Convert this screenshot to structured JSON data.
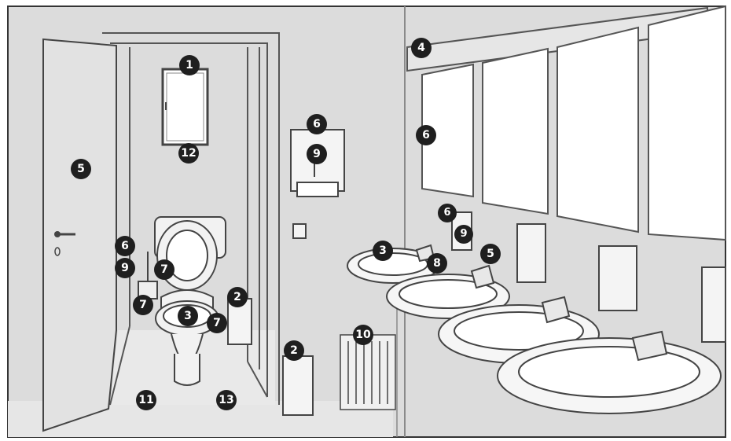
{
  "labels": {
    "marker_1": "1",
    "marker_12": "12",
    "marker_5_door": "5",
    "marker_6_stall": "6",
    "marker_9_stall": "9",
    "marker_7_brush": "7",
    "marker_7_seat": "7",
    "marker_3_toilet": "3",
    "marker_7_toilet": "7",
    "marker_2_stall_bin": "2",
    "marker_11": "11",
    "marker_13": "13",
    "marker_6_wall": "6",
    "marker_9_wall": "9",
    "marker_2_floor_bin": "2",
    "marker_10": "10",
    "marker_4": "4",
    "marker_6_mirror": "6",
    "marker_6_small": "6",
    "marker_9_small": "9",
    "marker_3_sink": "3",
    "marker_8": "8",
    "marker_5_faucet": "5"
  },
  "colors": {
    "wall": "#dcdcdc",
    "mirror": "#ffffff",
    "line": "#555555",
    "marker_fill": "#1f1f1f",
    "marker_text": "#ffffff"
  }
}
